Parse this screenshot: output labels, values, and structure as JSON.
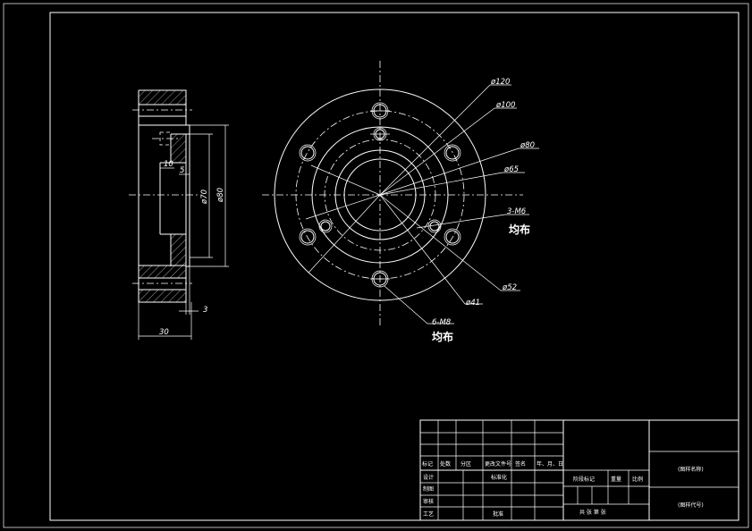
{
  "side_view": {
    "dim_10": "10",
    "dim_5": "5",
    "dim_70": "ø70",
    "dim_80": "ø80",
    "dim_3": "3",
    "dim_30": "30"
  },
  "front_view": {
    "d120": "ø120",
    "d100": "ø100",
    "d80": "ø80",
    "d65": "ø65",
    "m6": "3-M6",
    "m6_note": "均布",
    "d52": "ø52",
    "d41": "ø41",
    "m8": "6-M8",
    "m8_note": "均布"
  },
  "title_block": {
    "mark": "标记",
    "count": "处数",
    "zone": "分区",
    "change_doc": "更改文件号",
    "signature": "签名",
    "date": "年、月、日",
    "design": "设计",
    "standardize": "标准化",
    "draw": "制图",
    "review": "审核",
    "process": "工艺",
    "approve": "批准",
    "stage_mark": "阶段标记",
    "weight": "重量",
    "scale": "比例",
    "sheets": "共 张  第 张",
    "drawing_name": "(图样名称)",
    "drawing_code": "(图样代号)"
  }
}
